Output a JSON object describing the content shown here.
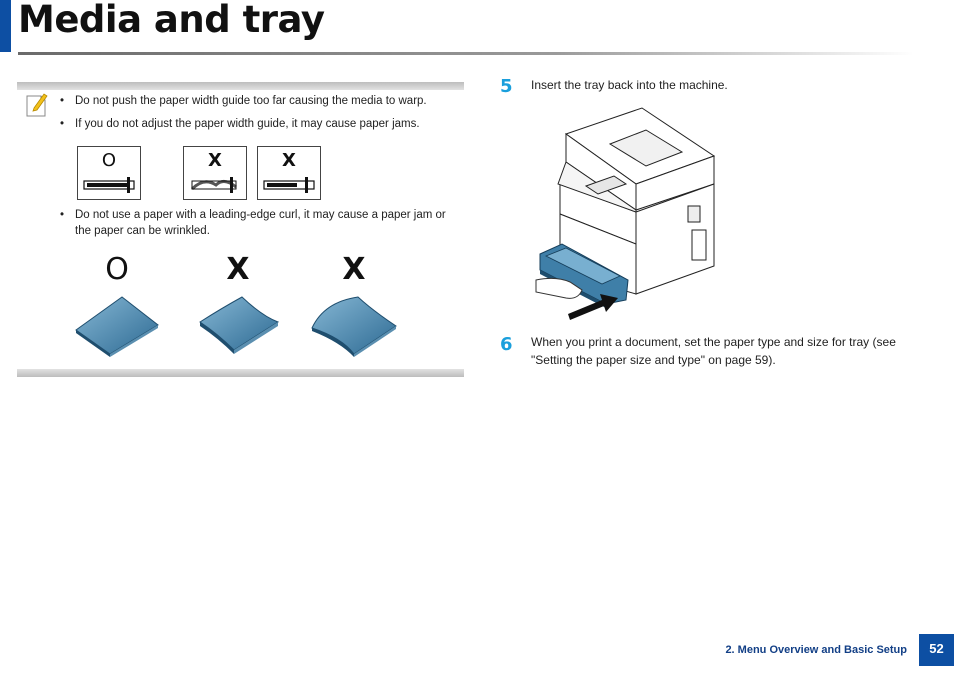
{
  "header": {
    "title": "Media and tray"
  },
  "note": {
    "bullets_top": [
      "Do not push the paper width guide too far causing the media to warp.",
      "If you do not adjust the paper width guide, it may cause paper jams."
    ],
    "bullet_curl_line1": "Do not use a paper with a leading-edge curl, it may cause a paper jam or",
    "bullet_curl_line2": "the paper can be wrinkled.",
    "bullet_mark": "•",
    "guide_marks": [
      "O",
      "X",
      "X"
    ],
    "curl_marks": [
      "O",
      "X",
      "X"
    ]
  },
  "steps": [
    {
      "number": "5",
      "text": "Insert the tray back into the machine."
    },
    {
      "number": "6",
      "line1": "When you print a document, set the paper type and size for tray (see",
      "line2": "\"Setting the paper size and type\" on page 59)."
    }
  ],
  "footer": {
    "section": "2. Menu Overview and Basic Setup",
    "page": "52"
  },
  "colors": {
    "accent": "#0d4fa3",
    "step": "#1a9fdc",
    "paper": "#3f7fa8"
  }
}
